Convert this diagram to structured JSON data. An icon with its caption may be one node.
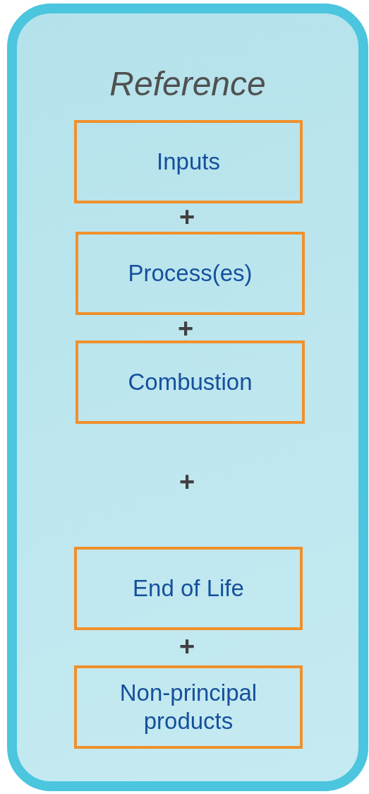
{
  "diagram": {
    "nodes": [
      {
        "text": [
          "Reference"
        ]
      },
      {
        "text": [
          "Inputs"
        ],
        "in": 0
      },
      {
        "text": [
          "Process(es)"
        ],
        "in": 0
      },
      {
        "text": [
          "Combustion"
        ],
        "in": 0
      },
      {
        "text": [
          "End of Life"
        ],
        "in": 0
      },
      {
        "text": [
          "Non-principal products"
        ],
        "in": 0
      }
    ],
    "labels": [
      "+",
      "+",
      "+",
      "+"
    ]
  }
}
